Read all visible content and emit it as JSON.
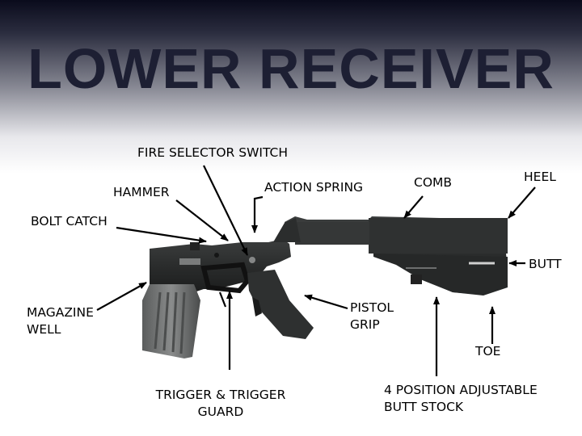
{
  "title": "LOWER RECEIVER",
  "labels": {
    "fire_selector": "FIRE SELECTOR SWITCH",
    "hammer": "HAMMER",
    "action_spring": "ACTION SPRING",
    "comb": "COMB",
    "heel": "HEEL",
    "bolt_catch": "BOLT CATCH",
    "butt": "BUTT",
    "magazine_well": [
      "MAGAZINE",
      "WELL"
    ],
    "pistol_grip": [
      "PISTOL",
      "GRIP"
    ],
    "toe": "TOE",
    "trigger": [
      "TRIGGER & TRIGGER",
      "GUARD"
    ],
    "butt_stock": [
      "4 POSITION ADJUSTABLE",
      "BUTT STOCK"
    ]
  }
}
